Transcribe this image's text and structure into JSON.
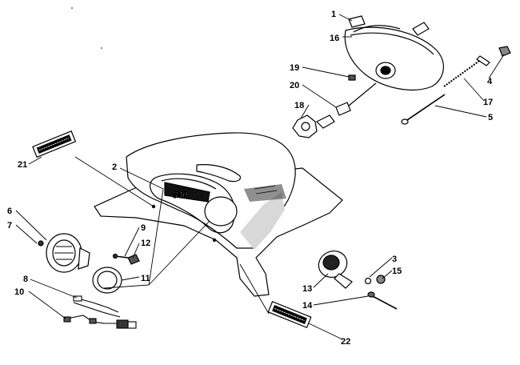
{
  "diagram": {
    "part_numbers": [
      "1",
      "2",
      "3",
      "4",
      "5",
      "6",
      "7",
      "8",
      "9",
      "10",
      "11",
      "12",
      "13",
      "14",
      "15",
      "16",
      "17",
      "18",
      "19",
      "20",
      "21",
      "22"
    ],
    "console_badge": "340"
  }
}
